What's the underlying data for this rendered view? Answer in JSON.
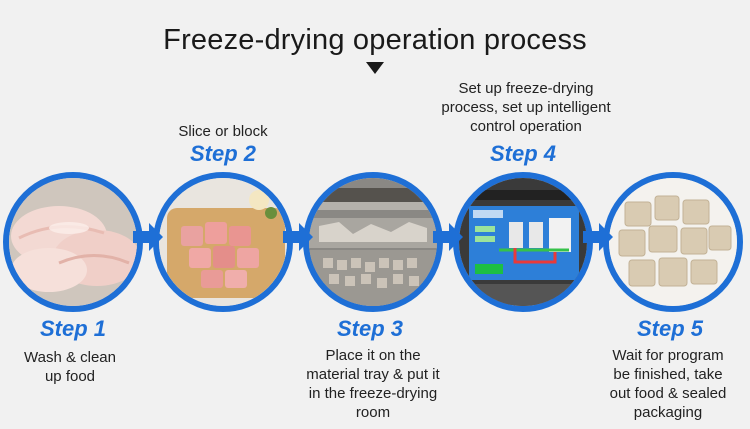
{
  "title": "Freeze-drying operation process",
  "colors": {
    "accent": "#1e6fd6",
    "ring": "#1e6fd6",
    "text": "#222222"
  },
  "steps": [
    {
      "label": "Step 1",
      "description": [
        "Wash & clean",
        "up food"
      ]
    },
    {
      "label": "Step 2",
      "description": [
        "Slice or block"
      ]
    },
    {
      "label": "Step 3",
      "description": [
        "Place it on the",
        "material tray & put it",
        "in the freeze-drying",
        "room"
      ]
    },
    {
      "label": "Step 4",
      "description": [
        "Set up freeze-drying",
        "process, set up intelligent",
        "control operation"
      ]
    },
    {
      "label": "Step 5",
      "description": [
        "Wait for program",
        "be finished, take",
        "out food & sealed",
        "packaging"
      ]
    }
  ]
}
